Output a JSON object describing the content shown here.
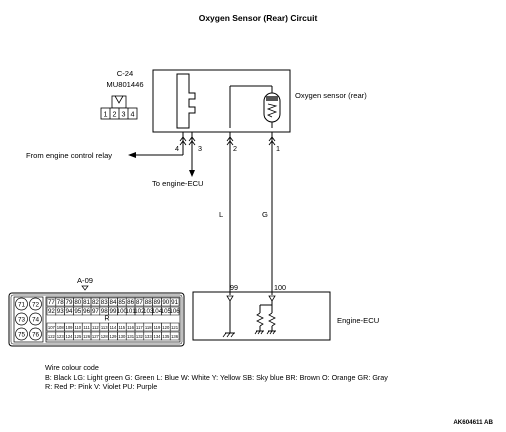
{
  "diagram": {
    "title": "Oxygen Sensor (Rear) Circuit",
    "connector_c24": {
      "id": "C-24",
      "part_number": "MU801446",
      "pins": [
        "1",
        "2",
        "3",
        "4"
      ]
    },
    "sensor_label": "Oxygen sensor (rear)",
    "pins": {
      "p4": "4",
      "p3": "3",
      "p2": "2",
      "p1": "1"
    },
    "wires": {
      "left": "L",
      "right": "G"
    },
    "ecu": {
      "label": "Engine-ECU",
      "pin_left": "99",
      "pin_right": "100"
    },
    "from_label": "From engine control relay",
    "to_label": "To engine-ECU",
    "connector_a09": {
      "id": "A-09",
      "left_pins": [
        "71",
        "72",
        "73",
        "74",
        "75",
        "76"
      ],
      "row1": [
        "77",
        "78",
        "79",
        "80",
        "81",
        "82",
        "83",
        "84",
        "85",
        "86",
        "87",
        "88",
        "89",
        "90",
        "91"
      ],
      "row2": [
        "92",
        "93",
        "94",
        "95",
        "96",
        "97",
        "98",
        "99",
        "100",
        "101",
        "102",
        "103",
        "104",
        "105",
        "106"
      ],
      "mid_label": "R",
      "row3": [
        "107",
        "108",
        "109",
        "110",
        "111",
        "112",
        "113",
        "114",
        "115",
        "116",
        "117",
        "118",
        "119",
        "120",
        "121"
      ],
      "row4": [
        "122",
        "123",
        "124",
        "125",
        "126",
        "127",
        "128",
        "129",
        "130",
        "131",
        "132",
        "133",
        "134",
        "135",
        "136"
      ]
    },
    "legend": {
      "heading": "Wire colour code",
      "line1": "B: Black  LG: Light green  G: Green  L: Blue  W: White  Y: Yellow  SB: Sky blue  BR: Brown  O: Orange  GR: Gray",
      "line2": "R: Red  P: Pink  V: Violet  PU: Purple"
    },
    "figure_id": "AK604611 AB"
  }
}
